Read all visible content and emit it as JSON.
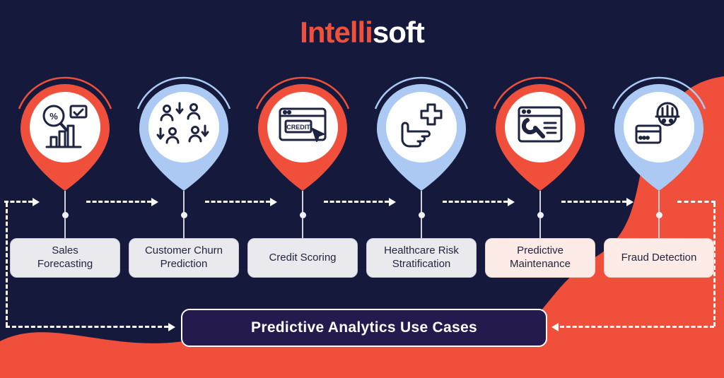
{
  "logo": {
    "prefix": "Intelli",
    "suffix": "soft"
  },
  "pins": [
    {
      "label": "Sales Forecasting",
      "icon": "sales-forecasting-icon",
      "color": "#f0503b",
      "icon_text": "%"
    },
    {
      "label": "Customer Churn Prediction",
      "icon": "customer-churn-icon",
      "color": "#abc9f2"
    },
    {
      "label": "Credit Scoring",
      "icon": "credit-scoring-icon",
      "color": "#f0503b",
      "icon_text": "CREDIT"
    },
    {
      "label": "Healthcare Risk Stratification",
      "icon": "healthcare-risk-icon",
      "color": "#abc9f2"
    },
    {
      "label": "Predictive Maintenance",
      "icon": "predictive-maintenance-icon",
      "color": "#f0503b"
    },
    {
      "label": "Fraud Detection",
      "icon": "fraud-detection-icon",
      "color": "#abc9f2"
    }
  ],
  "banner": {
    "label": "Predictive Analytics Use Cases"
  },
  "colors": {
    "background": "#151a3c",
    "accent_red": "#f0503b",
    "accent_blue": "#abc9f2",
    "card_bg": "#eaeaee",
    "card_bg_tinted": "#fcebe7",
    "banner_bg": "#241a4e",
    "text_dark": "#23253f",
    "text_light": "#ffffff"
  }
}
